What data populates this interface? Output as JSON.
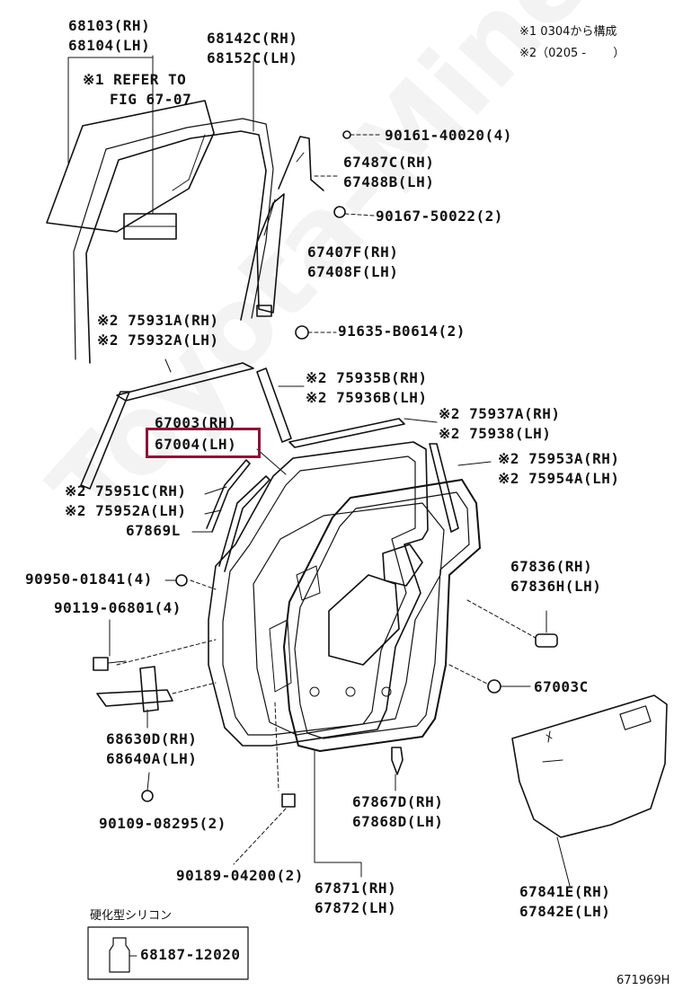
{
  "notes": {
    "n1": "※1 0304から構成",
    "n2": "※2（0205 -　　 ）"
  },
  "refer": [
    "※1 REFER TO",
    "FIG 67-07"
  ],
  "parts": [
    {
      "id": "p1",
      "lines": [
        "68103(RH)",
        "68104(LH)"
      ]
    },
    {
      "id": "p2",
      "lines": [
        "68142C(RH)",
        "68152C(LH)"
      ]
    },
    {
      "id": "p3",
      "lines": [
        "90161-40020(4)"
      ]
    },
    {
      "id": "p4",
      "lines": [
        "67487C(RH)",
        "67488B(LH)"
      ]
    },
    {
      "id": "p5",
      "lines": [
        "90167-50022(2)"
      ]
    },
    {
      "id": "p6",
      "lines": [
        "67407F(RH)",
        "67408F(LH)"
      ]
    },
    {
      "id": "p7",
      "lines": [
        "※2 75931A(RH)",
        "※2 75932A(LH)"
      ]
    },
    {
      "id": "p8",
      "lines": [
        "91635-B0614(2)"
      ]
    },
    {
      "id": "p9",
      "lines": [
        "※2 75935B(RH)",
        "※2 75936B(LH)"
      ]
    },
    {
      "id": "p10",
      "lines": [
        "67003(RH)",
        "67004(LH)"
      ]
    },
    {
      "id": "p11",
      "lines": [
        "※2 75937A(RH)",
        "※2 75938(LH)"
      ]
    },
    {
      "id": "p12",
      "lines": [
        "※2 75953A(RH)",
        "※2 75954A(LH)"
      ]
    },
    {
      "id": "p13",
      "lines": [
        "※2 75951C(RH)",
        "※2 75952A(LH)",
        "67869L"
      ]
    },
    {
      "id": "p14",
      "lines": [
        "90950-01841(4)"
      ]
    },
    {
      "id": "p15",
      "lines": [
        "90119-06801(4)"
      ]
    },
    {
      "id": "p16",
      "lines": [
        "67836(RH)",
        "67836H(LH)"
      ]
    },
    {
      "id": "p17",
      "lines": [
        "67003C"
      ]
    },
    {
      "id": "p18",
      "lines": [
        "68630D(RH)",
        "68640A(LH)"
      ]
    },
    {
      "id": "p19",
      "lines": [
        "90109-08295(2)"
      ]
    },
    {
      "id": "p20",
      "lines": [
        "67867D(RH)",
        "67868D(LH)"
      ]
    },
    {
      "id": "p21",
      "lines": [
        "90189-04200(2)"
      ]
    },
    {
      "id": "p22",
      "lines": [
        "67871(RH)",
        "67872(LH)"
      ]
    },
    {
      "id": "p23",
      "lines": [
        "67841E(RH)",
        "67842E(LH)"
      ]
    }
  ],
  "sealant": {
    "title": "硬化型シリコン",
    "part": "68187-12020"
  },
  "figure_id": "671969H",
  "watermark": "Toyota-Mine.ru",
  "highlight_color": "#8a1538"
}
